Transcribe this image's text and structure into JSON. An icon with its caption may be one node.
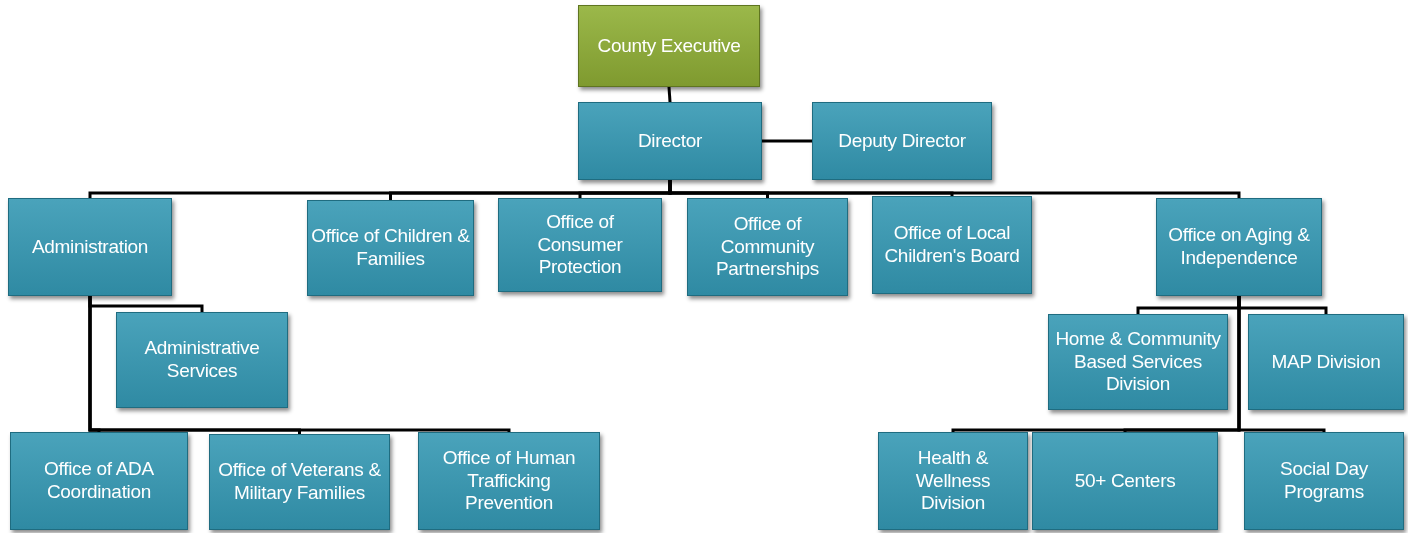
{
  "diagram": {
    "nodes": [
      {
        "text": [
          "County Executive"
        ]
      },
      {
        "text": [
          "Director"
        ]
      },
      {
        "text": [
          "Deputy Director"
        ]
      },
      {
        "text": [
          "Administration"
        ]
      },
      {
        "text": [
          "Office of Children & Families"
        ]
      },
      {
        "text": [
          "Office of Consumer Protection"
        ]
      },
      {
        "text": [
          "Office of Community Partnerships"
        ]
      },
      {
        "text": [
          "Office of Local Children's Board"
        ]
      },
      {
        "text": [
          "Office on Aging & Independence"
        ]
      },
      {
        "text": [
          "Administrative Services"
        ]
      },
      {
        "text": [
          "Office of ADA Coordination"
        ]
      },
      {
        "text": [
          "Office of Veterans & Military Families"
        ]
      },
      {
        "text": [
          "Office of Human Trafficking Prevention"
        ]
      },
      {
        "text": [
          "Home & Community Based Services Division"
        ]
      },
      {
        "text": [
          "MAP Division"
        ]
      },
      {
        "text": [
          "Health & Wellness Division"
        ]
      },
      {
        "text": [
          "50+ Centers"
        ]
      },
      {
        "text": [
          "Social Day Programs"
        ]
      }
    ],
    "edges": [
      {
        "from": 0,
        "to": 1,
        "arrow": "none"
      },
      {
        "from": 1,
        "to": 2,
        "arrow": "none"
      },
      {
        "from": 1,
        "to": 3,
        "arrow": "none"
      },
      {
        "from": 1,
        "to": 4,
        "arrow": "none"
      },
      {
        "from": 1,
        "to": 5,
        "arrow": "none"
      },
      {
        "from": 1,
        "to": 6,
        "arrow": "none"
      },
      {
        "from": 1,
        "to": 7,
        "arrow": "none"
      },
      {
        "from": 1,
        "to": 8,
        "arrow": "none"
      },
      {
        "from": 3,
        "to": 9,
        "arrow": "none"
      },
      {
        "from": 3,
        "to": 10,
        "arrow": "none"
      },
      {
        "from": 3,
        "to": 11,
        "arrow": "none"
      },
      {
        "from": 3,
        "to": 12,
        "arrow": "none"
      },
      {
        "from": 8,
        "to": 13,
        "arrow": "none"
      },
      {
        "from": 8,
        "to": 14,
        "arrow": "none"
      },
      {
        "from": 8,
        "to": 15,
        "arrow": "none"
      },
      {
        "from": 8,
        "to": 16,
        "arrow": "none"
      },
      {
        "from": 8,
        "to": 17,
        "arrow": "none"
      }
    ]
  }
}
